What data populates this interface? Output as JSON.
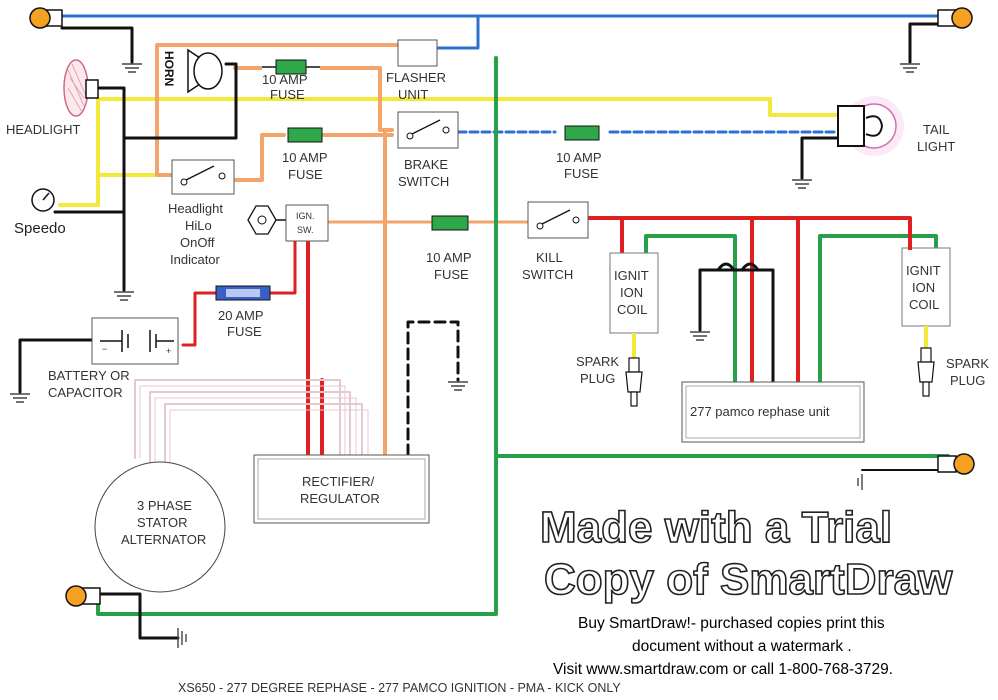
{
  "labels": {
    "headlight": "HEADLIGHT",
    "speedo": "Speedo",
    "horn": "HORN",
    "fuse_horn": [
      "10 AMP",
      "FUSE"
    ],
    "flasher": [
      "FLASHER",
      "UNIT"
    ],
    "fuse_brake": [
      "10 AMP",
      "FUSE"
    ],
    "brake_switch": [
      "BRAKE",
      "SWITCH"
    ],
    "fuse_tail": [
      "10 AMP",
      "FUSE"
    ],
    "tail_light": [
      "TAIL",
      "LIGHT"
    ],
    "indicator": [
      "Headlight",
      "HiLo",
      "OnOff",
      "Indicator"
    ],
    "ign_sw": [
      "IGN.",
      "SW."
    ],
    "fuse_kill": [
      "10 AMP",
      "FUSE"
    ],
    "kill_switch": [
      "KILL",
      "SWITCH"
    ],
    "coil_left": [
      "IGNIT",
      "ION",
      "COIL"
    ],
    "coil_right": [
      "IGNIT",
      "ION",
      "COIL"
    ],
    "spark_left": [
      "SPARK",
      "PLUG"
    ],
    "spark_right": [
      "SPARK",
      "PLUG"
    ],
    "fuse_20": [
      "20 AMP",
      "FUSE"
    ],
    "battery": [
      "BATTERY OR",
      "CAPACITOR"
    ],
    "battery_minus": "−",
    "battery_plus": "+",
    "pamco": "277 pamco rephase unit",
    "rectifier": [
      "RECTIFIER/",
      "REGULATOR"
    ],
    "stator": [
      "3 PHASE",
      "STATOR",
      "ALTERNATOR"
    ]
  },
  "watermark": {
    "line1": "Made with a Trial",
    "line2": "Copy of SmartDraw",
    "note1": "Buy SmartDraw!- purchased copies print this",
    "note2": "document without a watermark .",
    "note3": "Visit www.smartdraw.com or call 1-800-768-3729."
  },
  "footer": "XS650 - 277 DEGREE REPHASE - 277 PAMCO IGNITION - PMA - KICK ONLY",
  "colors": {
    "blue": "#2f6fce",
    "yellow": "#f2e93a",
    "orange": "#f2a46a",
    "green": "#28a04a",
    "red": "#e02020",
    "black": "#111111",
    "fuse_green": "#2fa84a",
    "fuse_blue": "#3a60c8",
    "bulb_orange": "#f4a020"
  }
}
